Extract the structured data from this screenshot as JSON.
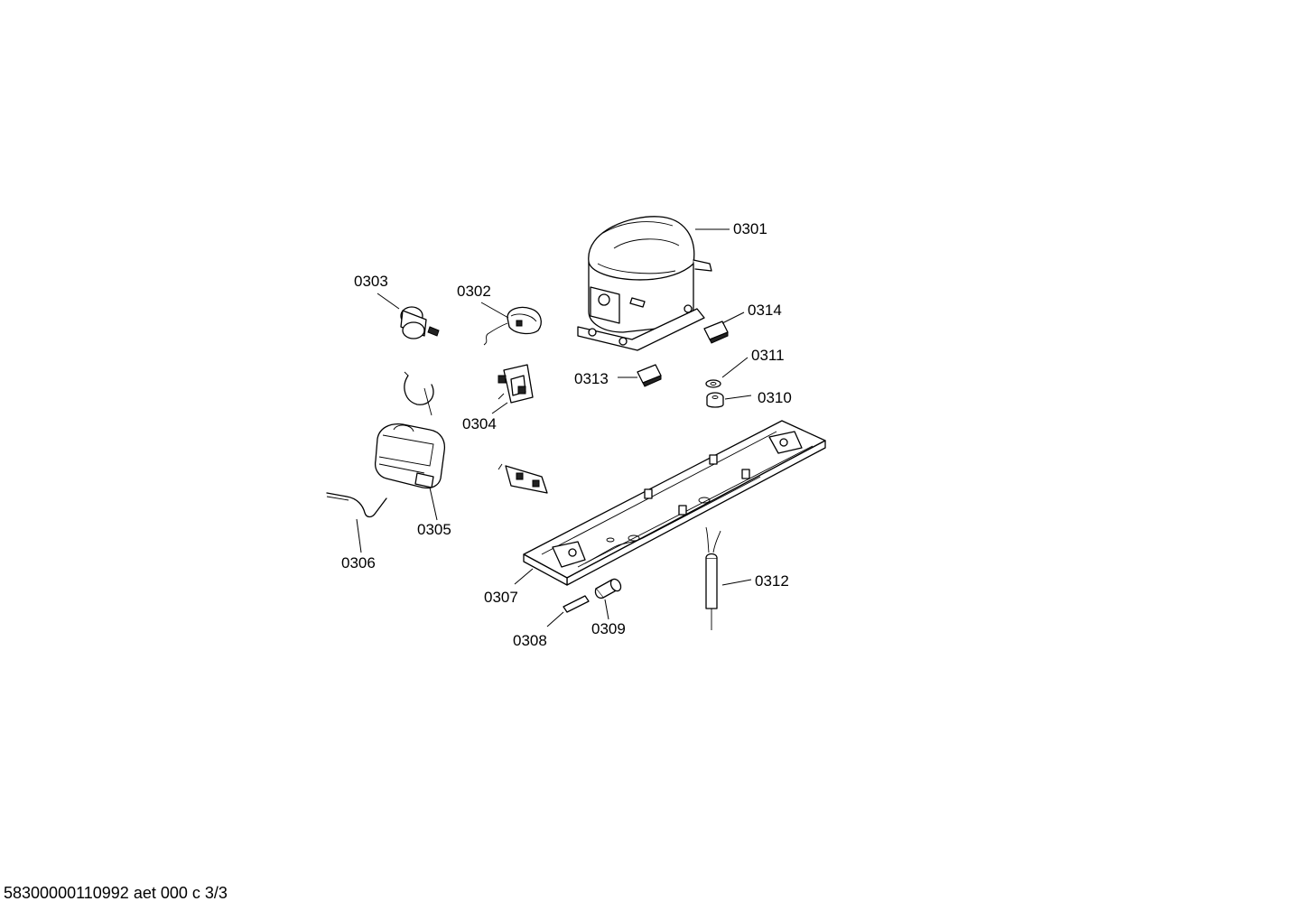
{
  "diagram": {
    "parts": [
      {
        "id": "0301",
        "icon": "compressor-icon"
      },
      {
        "id": "0302",
        "icon": "relay-icon"
      },
      {
        "id": "0303",
        "icon": "capacitor-icon"
      },
      {
        "id": "0304",
        "icon": "starter-icon"
      },
      {
        "id": "0305",
        "icon": "protective-cover-icon"
      },
      {
        "id": "0306",
        "icon": "retaining-clip-icon"
      },
      {
        "id": "0307",
        "icon": "mounting-rail-icon"
      },
      {
        "id": "0308",
        "icon": "pin-icon"
      },
      {
        "id": "0309",
        "icon": "sleeve-icon"
      },
      {
        "id": "0310",
        "icon": "grommet-icon"
      },
      {
        "id": "0311",
        "icon": "washer-icon"
      },
      {
        "id": "0312",
        "icon": "dryer-filter-icon"
      },
      {
        "id": "0313",
        "icon": "connector-icon"
      },
      {
        "id": "0314",
        "icon": "clamp-icon"
      }
    ]
  },
  "footer": {
    "text": "58300000110992 aet 000 c 3/3"
  }
}
